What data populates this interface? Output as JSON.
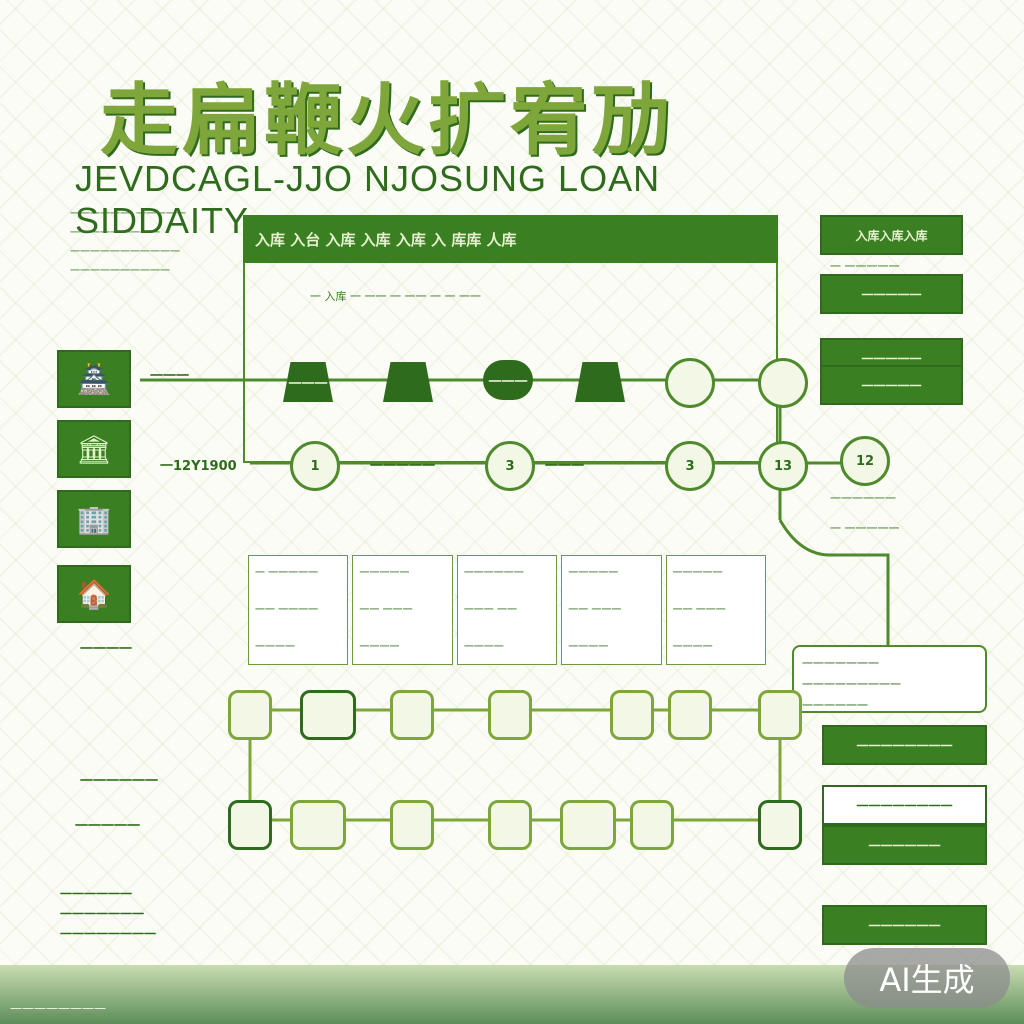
{
  "title": "走扁鞭火扩宥劢",
  "subtitle": "JEVDCAGL-JJO NJOSUNG LOAN SIDDAITY",
  "left_notes": [
    "一一一一一一 一一一一一",
    "一一一一一一一一一",
    "一一一一一一一一一一一",
    "一一一一一一一一一一"
  ],
  "main_header": "入库 入台 入库 入库 入库 入 库库 人库",
  "main_note": "一 入库 一 一一 一 一一 一 一 一一",
  "right_buttons": [
    "入库入库入库",
    "一一一一一",
    "一一一一一",
    "一一一一一"
  ],
  "right_small": [
    "一 一一一一一",
    "一一一一一一",
    "一 一一一一一"
  ],
  "left_icons": [
    "🏯",
    "🏛",
    "🏢",
    "🏠"
  ],
  "left_tags": [
    "一一一",
    "一一一一",
    "一一一一一一",
    "一一一一一"
  ],
  "row_label": "一12Y1900",
  "nodes_row1": [
    "一一一",
    "",
    "一一一",
    "",
    "",
    ""
  ],
  "nodes_row2": [
    "1",
    "一一一一一",
    "3",
    "一一一",
    "3",
    "13",
    "12"
  ],
  "cards": [
    [
      "一 一一一一一",
      "一一 一一一一",
      "一一一一"
    ],
    [
      "一一一一一",
      "一一 一一一",
      "一一一一"
    ],
    [
      "一一一一一一",
      "一一一 一一",
      "一一一一"
    ],
    [
      "一一一一一",
      "一一 一一一",
      "一一一一"
    ],
    [
      "一一一一一",
      "一一 一一一",
      "一一一一"
    ]
  ],
  "callout": [
    "一一一一一一一",
    "一一一一一一一一一",
    "一一一一一一"
  ],
  "bottom_left": [
    "一一一一一一",
    "一一一一一一一",
    "一一一一一一一一"
  ],
  "right_bottom_buttons": [
    "一一一一一一一一",
    "一一一一一一一一",
    "一一一一一一",
    "一一一一一一"
  ],
  "ai_badge": "AI生成"
}
